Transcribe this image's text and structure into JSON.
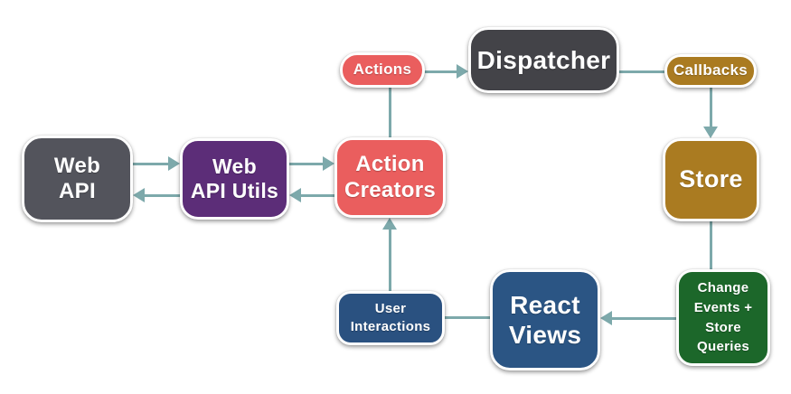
{
  "theme": {
    "background": "#ffffff",
    "arrow_color": "#7da9ab",
    "box_border_color": "#ffffff",
    "text_color": "#ffffff"
  },
  "nodes": {
    "web_api": {
      "lines": [
        "Web",
        "API"
      ],
      "color": "#53545c"
    },
    "web_api_utils": {
      "lines": [
        "Web",
        "API Utils"
      ],
      "color": "#5c2d78"
    },
    "action_creators": {
      "lines": [
        "Action",
        "Creators"
      ],
      "color": "#ea5e5e"
    },
    "actions": {
      "lines": [
        "Actions"
      ],
      "color": "#ea5e5e"
    },
    "dispatcher": {
      "lines": [
        "Dispatcher"
      ],
      "color": "#434348"
    },
    "callbacks": {
      "lines": [
        "Callbacks"
      ],
      "color": "#aa7b21"
    },
    "store": {
      "lines": [
        "Store"
      ],
      "color": "#aa7b21"
    },
    "change_events": {
      "lines": [
        "Change",
        "Events +",
        "Store",
        "Queries"
      ],
      "color": "#1c672a"
    },
    "react_views": {
      "lines": [
        "React",
        "Views"
      ],
      "color": "#2b5584"
    },
    "user_interactions": {
      "lines": [
        "User",
        "Interactions"
      ],
      "color": "#2a5180"
    }
  },
  "edges": [
    {
      "from": "web_api",
      "to": "web_api_utils",
      "arrowhead": true
    },
    {
      "from": "web_api_utils",
      "to": "web_api",
      "arrowhead": true
    },
    {
      "from": "web_api_utils",
      "to": "action_creators",
      "arrowhead": true
    },
    {
      "from": "action_creators",
      "to": "web_api_utils",
      "arrowhead": true
    },
    {
      "from": "action_creators",
      "to": "actions",
      "arrowhead": false
    },
    {
      "from": "actions",
      "to": "dispatcher",
      "arrowhead": true
    },
    {
      "from": "dispatcher",
      "to": "callbacks",
      "arrowhead": false
    },
    {
      "from": "callbacks",
      "to": "store",
      "arrowhead": true
    },
    {
      "from": "store",
      "to": "change_events",
      "arrowhead": false
    },
    {
      "from": "change_events",
      "to": "react_views",
      "arrowhead": true
    },
    {
      "from": "react_views",
      "to": "user_interactions",
      "arrowhead": false
    },
    {
      "from": "user_interactions",
      "to": "action_creators",
      "arrowhead": true
    }
  ]
}
